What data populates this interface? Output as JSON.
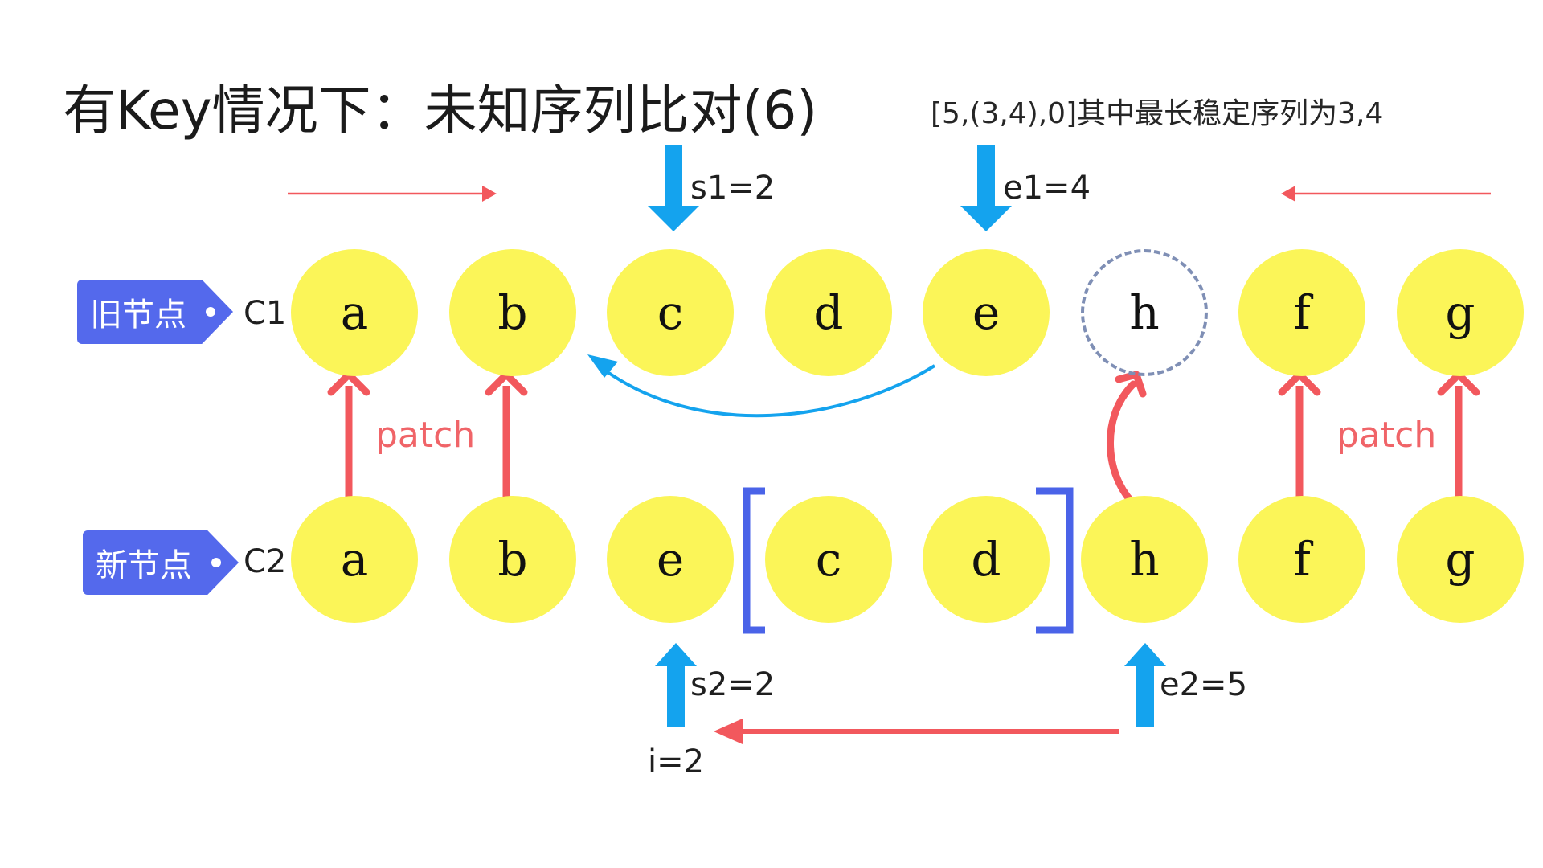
{
  "title": "有Key情况下：未知序列比对(6)",
  "subtitle": "[5,(3,4),0]其中最长稳定序列为3,4",
  "old_row": {
    "tag": "旧节点",
    "name": "C1",
    "nodes": [
      "a",
      "b",
      "c",
      "d",
      "e",
      "h",
      "f",
      "g"
    ],
    "ghost_index": 5
  },
  "new_row": {
    "tag": "新节点",
    "name": "C2",
    "nodes": [
      "a",
      "b",
      "e",
      "c",
      "d",
      "h",
      "f",
      "g"
    ]
  },
  "pointers": {
    "s1": "s1=2",
    "e1": "e1=4",
    "s2": "s2=2",
    "e2": "e2=5",
    "i": "i=2"
  },
  "patch_labels": [
    "patch",
    "patch"
  ],
  "colors": {
    "node": "#fbf558",
    "tag": "#5469ec",
    "pointer_arrow": "#14a3ee",
    "patch_arrow": "#f2585d",
    "bracket": "#4a63e8",
    "ghost_border": "#7f8fb5"
  }
}
